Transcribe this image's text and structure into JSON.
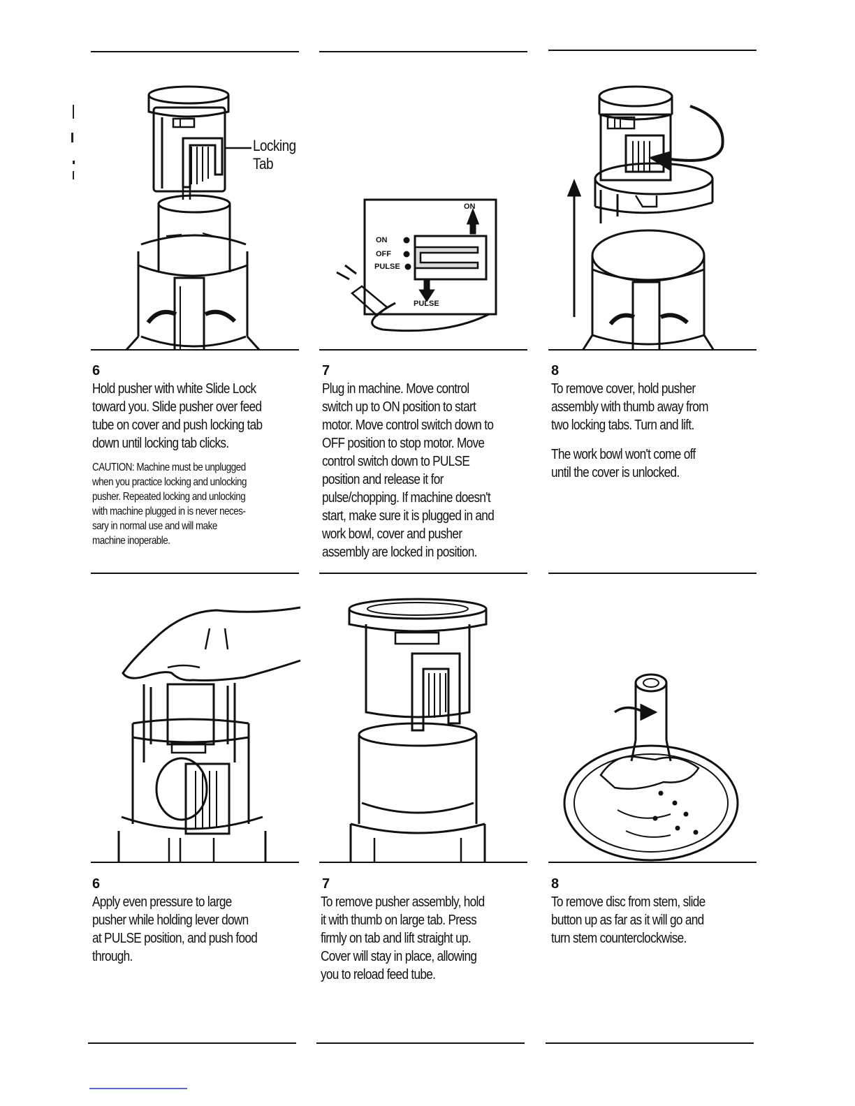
{
  "top_row": [
    {
      "step": "6",
      "text": "Hold pusher with white Slide Lock\ntoward you. Slide pusher over feed\ntube on cover and push locking tab\ndown until locking tab clicks.",
      "caution": "CAUTION: Machine must be unplugged\nwhen you practice locking and unlocking\npusher. Repeated locking and unlocking\nwith machine plugged in is never neces-\nsary in normal use and will make\nmachine inoperable.",
      "callout": "Locking\nTab"
    },
    {
      "step": "7",
      "text": "Plug in machine. Move control\nswitch up to ON position to start\nmotor. Move control switch down to\nOFF position to stop motor. Move\ncontrol switch down to PULSE\nposition and release it for\npulse/chopping. If machine doesn't\nstart, make sure it is plugged in and\nwork bowl, cover and pusher\nassembly are locked in position.",
      "switch_panel": {
        "top_label": "ON",
        "bottom_label": "PULSE",
        "positions": [
          "ON",
          "OFF",
          "PULSE"
        ]
      }
    },
    {
      "step": "8",
      "text": "To remove cover, hold pusher\nassembly with thumb away from\ntwo locking tabs. Turn and lift.",
      "note": "The work bowl won't come off\nuntil the cover is unlocked."
    }
  ],
  "bottom_row": [
    {
      "step": "6",
      "text": "Apply even pressure to large\npusher while holding lever down\nat PULSE position, and push food\nthrough."
    },
    {
      "step": "7",
      "text": "To remove pusher assembly, hold\nit with thumb on large tab. Press\nfirmly on tab and lift straight up.\nCover will stay in place, allowing\nyou to reload feed tube."
    },
    {
      "step": "8",
      "text": "To remove disc from stem, slide\nbutton up as far as it will go and\nturn stem counterclockwise."
    }
  ]
}
